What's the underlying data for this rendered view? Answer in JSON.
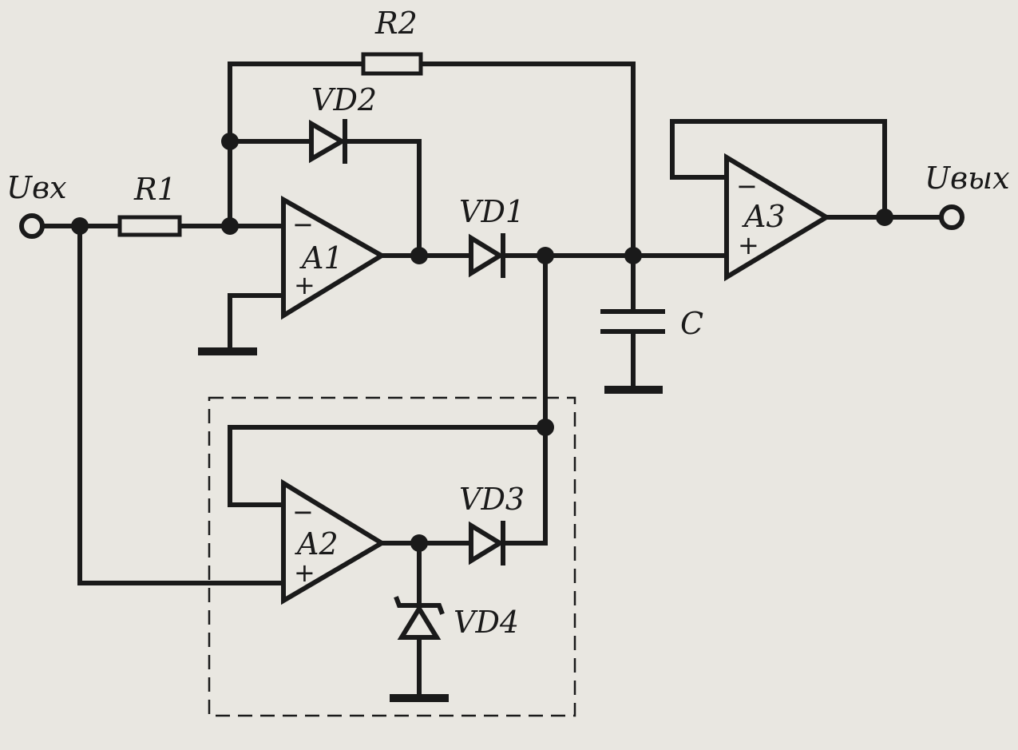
{
  "labels": {
    "input": "Uвх",
    "output": "Uвых",
    "r1": "R1",
    "r2": "R2",
    "vd1": "VD1",
    "vd2": "VD2",
    "vd3": "VD3",
    "vd4": "VD4",
    "a1": "A1",
    "a2": "A2",
    "a3": "A3",
    "c": "C"
  },
  "signs": {
    "minus": "−",
    "plus": "+"
  }
}
